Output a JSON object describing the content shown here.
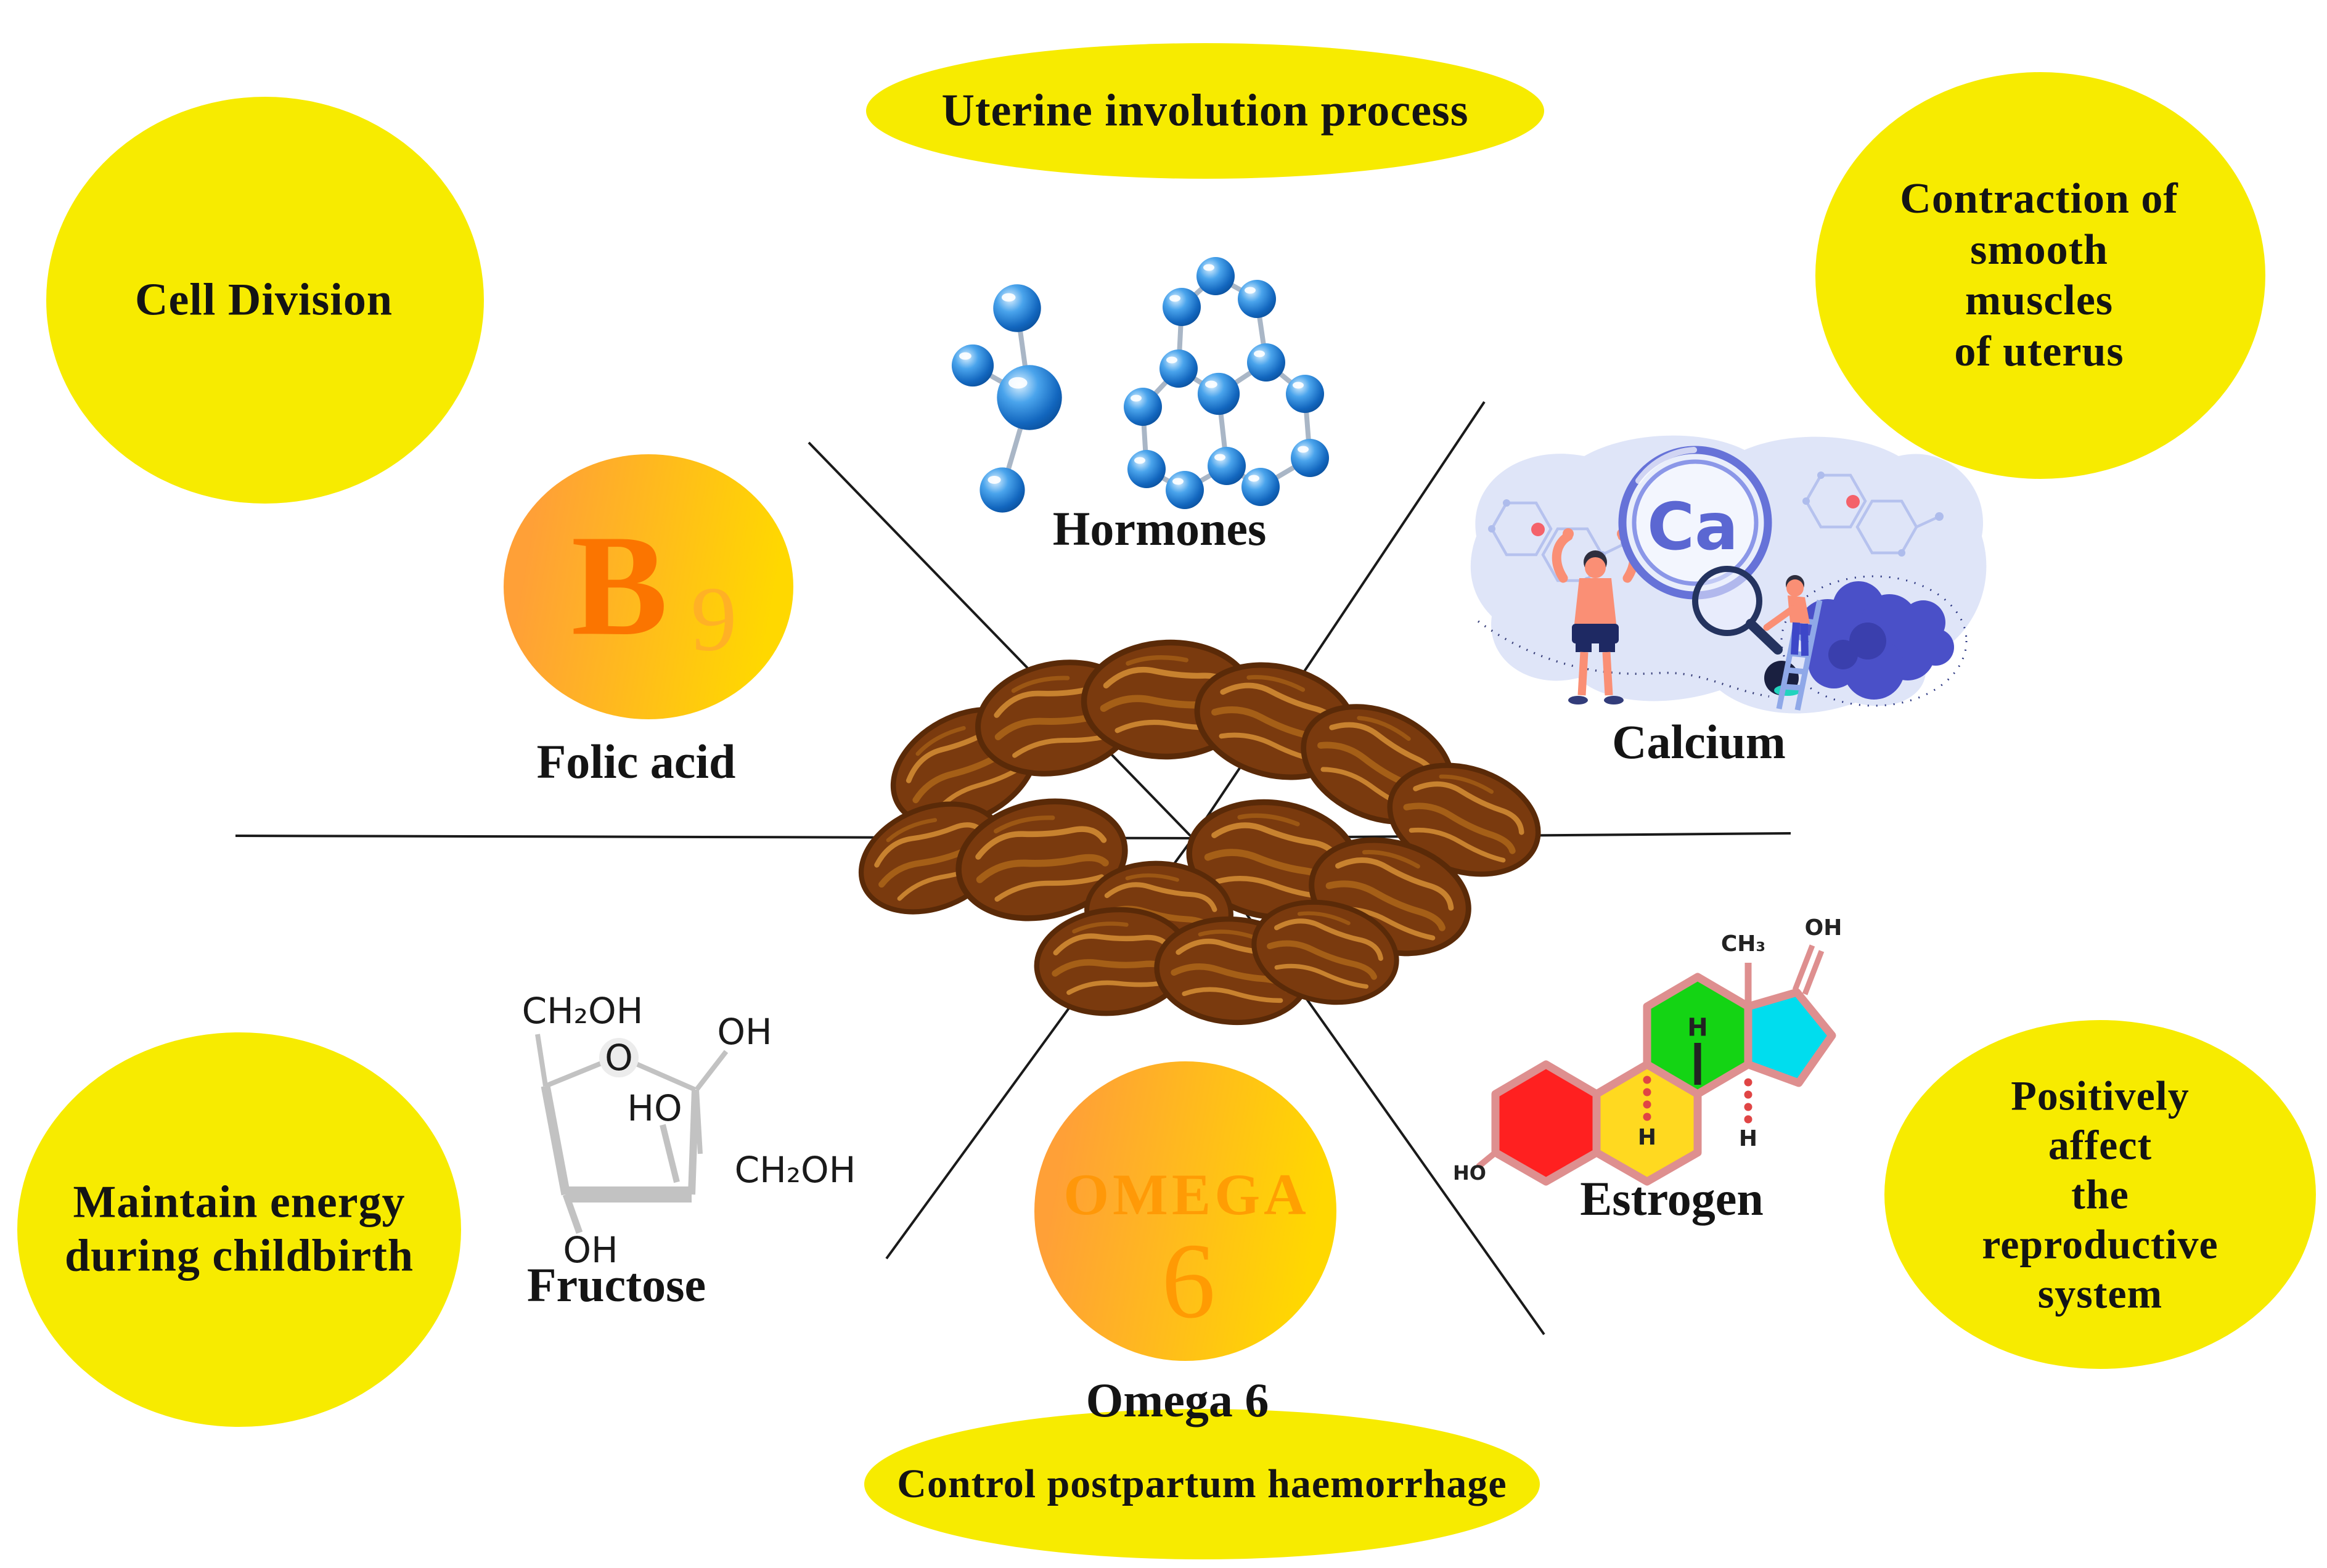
{
  "colors": {
    "effect_yellow": "#F7EB00",
    "badge_gradient_start": "#FFA037",
    "badge_gradient_end": "#FFD800",
    "badge_orange_text": "#FB7500",
    "connector_black": "#1A1A1A",
    "date_brown": "#7A3A0E",
    "molecule_blue": "#1266BE",
    "calcium_blue": "#5B67D2",
    "estrogen_outline": "#DE8F8F",
    "estrogen_red": "#FF2020",
    "estrogen_yellow": "#FFD920",
    "estrogen_green": "#14D414",
    "estrogen_cyan": "#00DDEE"
  },
  "effects": {
    "top": "Uterine involution process",
    "top_left": "Cell Division",
    "top_right": "Contraction of\nsmooth muscles\nof uterus",
    "bottom_left": "Maintain energy\nduring childbirth",
    "bottom_right": "Positively affect\nthe\nreproductive system",
    "bottom": "Control postpartum haemorrhage"
  },
  "nutrients": {
    "folic_acid": {
      "label": "Folic acid",
      "symbol": "B",
      "subscript": "9"
    },
    "hormones": {
      "label": "Hormones"
    },
    "calcium": {
      "label": "Calcium",
      "symbol": "Ca"
    },
    "estrogen": {
      "label": "Estrogen",
      "atoms": {
        "ho": "HO",
        "ch3": "CH₃",
        "oh": "OH",
        "h_ring": "H",
        "h_left": "H",
        "h_right": "H"
      }
    },
    "omega6": {
      "label": "Omega 6",
      "badge_top": "OMEGA",
      "badge_number": "6"
    },
    "fructose": {
      "label": "Fructose",
      "atoms": {
        "ch2oh_top": "CH₂OH",
        "ring_o": "O",
        "oh_top": "OH",
        "ho": "HO",
        "ch2oh_right": "CH₂OH",
        "oh_bottom": "OH"
      }
    }
  }
}
